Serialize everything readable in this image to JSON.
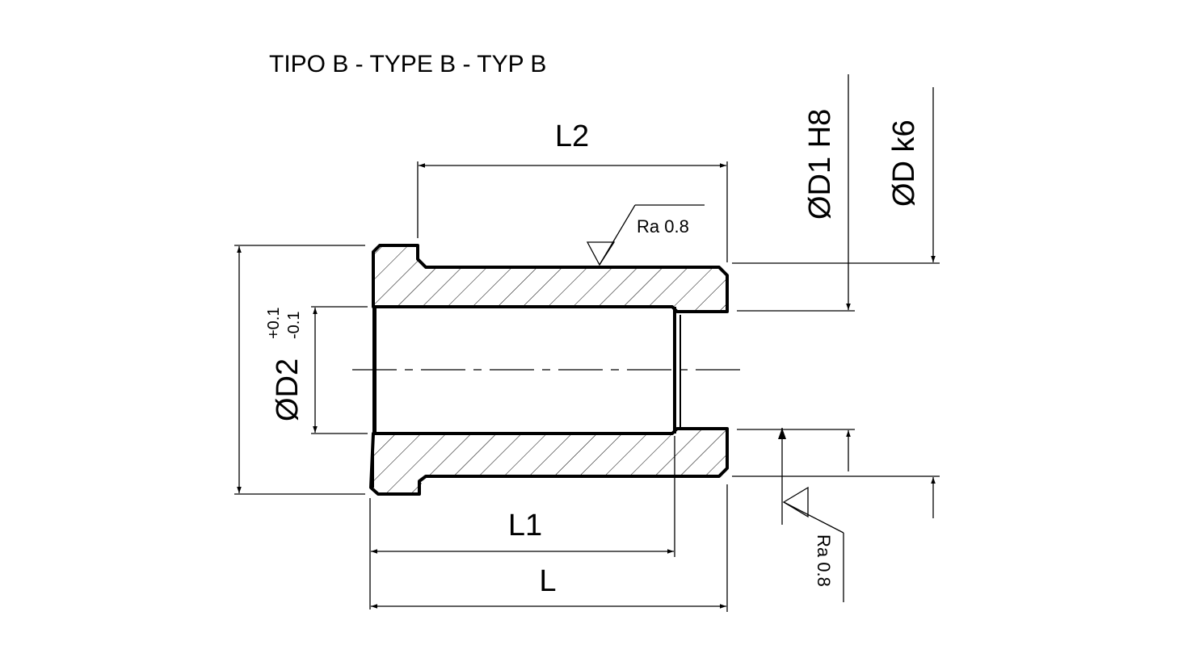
{
  "title": "TIPO B - TYPE B - TYP B",
  "dimensions": {
    "L2": "L2",
    "L1": "L1",
    "L": "L",
    "D1": "ØD1 H8",
    "D": "ØD k6",
    "D2": "ØD2",
    "D2_tol_upper": "+0.1",
    "D2_tol_lower": "-0.1"
  },
  "surface_finish": {
    "outer": "Ra 0.8",
    "inner": "Ra 0.8"
  },
  "colors": {
    "line": "#000000",
    "background": "#ffffff"
  }
}
